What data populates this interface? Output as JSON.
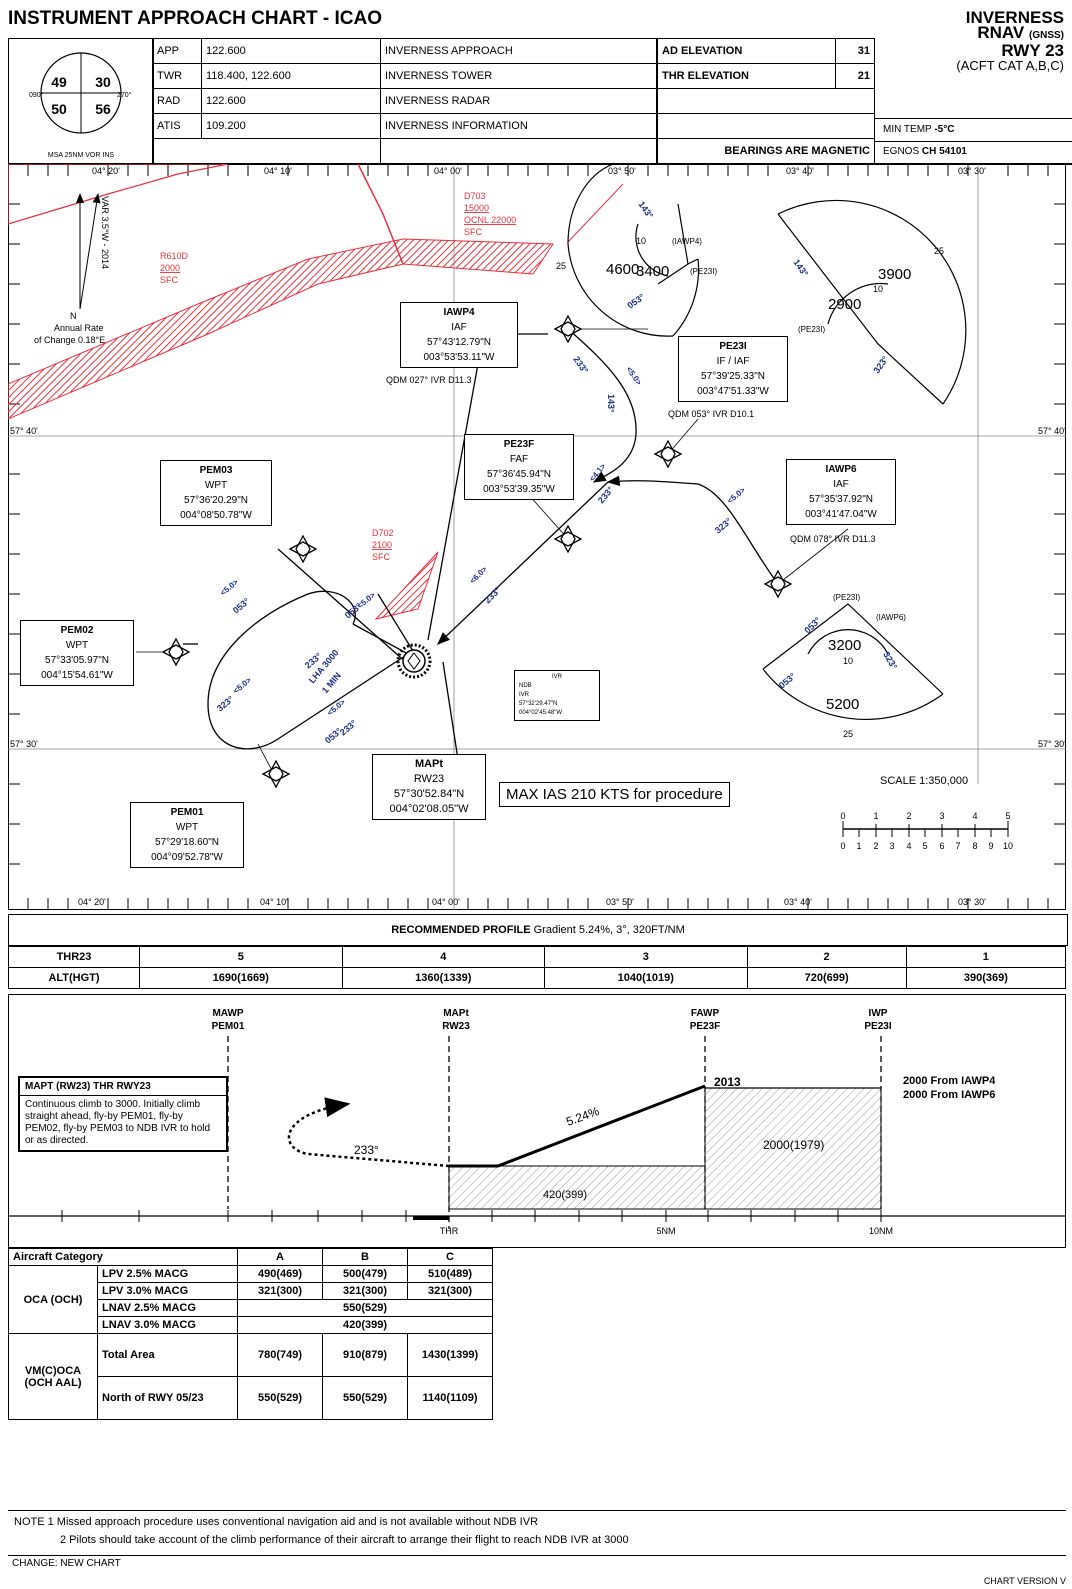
{
  "header": {
    "title": "INSTRUMENT APPROACH CHART - ICAO",
    "city": "INVERNESS",
    "proc": "RNAV",
    "proc_sub": "(GNSS)",
    "rwy": "RWY 23",
    "cat": "(ACFT CAT A,B,C)",
    "msa_caption": "MSA 25NM VOR INS",
    "msa_sectors": [
      "49",
      "30",
      "50",
      "56"
    ],
    "msa_bearings": [
      "090°",
      "270°"
    ],
    "comms": [
      {
        "svc": "APP",
        "freq": "122.600",
        "name": "INVERNESS APPROACH"
      },
      {
        "svc": "TWR",
        "freq": "118.400, 122.600",
        "name": "INVERNESS TOWER"
      },
      {
        "svc": "RAD",
        "freq": "122.600",
        "name": "INVERNESS RADAR"
      },
      {
        "svc": "ATIS",
        "freq": "109.200",
        "name": "INVERNESS INFORMATION"
      }
    ],
    "ad_elev_label": "AD ELEVATION",
    "ad_elev": "31",
    "thr_elev_label": "THR ELEVATION",
    "thr_elev": "21",
    "bearings": "BEARINGS ARE MAGNETIC",
    "min_temp_label": "MIN TEMP",
    "min_temp": "-5°C",
    "egnos_label": "EGNOS",
    "egnos": "CH 54101"
  },
  "plan": {
    "lon_top": [
      "04° 20'",
      "04° 10'",
      "04° 00'",
      "03° 50'",
      "03° 40'",
      "03° 30'"
    ],
    "lat_labels": [
      "57° 40'",
      "57° 30'"
    ],
    "var": "VAR 3.5°W - 2014",
    "var_n": "N",
    "annual_rate": "Annual Rate",
    "annual_rate2": "of Change 0.18°E",
    "r610d": [
      "R610D",
      "2000",
      "SFC"
    ],
    "d703": [
      "D703",
      "15000",
      "OCNL 22000",
      "SFC"
    ],
    "d702": [
      "D702",
      "2100",
      "SFC"
    ],
    "wp_iawp4": [
      "IAWP4",
      "IAF",
      "57°43'12.79\"N",
      "003°53'53.11\"W"
    ],
    "wp_iawp4_qdm": "QDM 027° IVR D11.3",
    "wp_pe23i": [
      "PE23I",
      "IF / IAF",
      "57°39'25.33\"N",
      "003°47'51.33\"W"
    ],
    "wp_pe23i_qdm": "QDM 053° IVR D10.1",
    "wp_pe23f": [
      "PE23F",
      "FAF",
      "57°36'45.94\"N",
      "003°53'39.35\"W"
    ],
    "wp_iawp6": [
      "IAWP6",
      "IAF",
      "57°35'37.92\"N",
      "003°41'47.04\"W"
    ],
    "wp_iawp6_qdm": "QDM 078° IVR D11.3",
    "wp_pem03": [
      "PEM03",
      "WPT",
      "57°36'20.29\"N",
      "004°08'50.78\"W"
    ],
    "wp_pem02": [
      "PEM02",
      "WPT",
      "57°33'05.97\"N",
      "004°15'54.61\"W"
    ],
    "wp_pem01": [
      "PEM01",
      "WPT",
      "57°29'18.60\"N",
      "004°09'52.78\"W"
    ],
    "wp_mapt": [
      "MAPt",
      "RW23",
      "57°30'52.84\"N",
      "004°02'08.05\"W"
    ],
    "ivr_box": [
      "IVR",
      "NDB",
      "IVR",
      "57°32'29.47\"N",
      "004°02'45.48\"W"
    ],
    "hold": [
      "LHA 3000",
      "1 MIN"
    ],
    "taa_ne": {
      "a": "4600",
      "b": "3400",
      "c": "25",
      "d": "10",
      "e": "(IAWP4)",
      "f": "(PE23I)"
    },
    "taa_e": {
      "a": "3900",
      "b": "2900",
      "c": "25",
      "d": "10",
      "e": "(PE23I)"
    },
    "taa_se": {
      "a": "3200",
      "b": "5200",
      "c": "10",
      "d": "25",
      "e": "(PE23I)",
      "f": "(IAWP6)"
    },
    "maxias": "MAX IAS 210 KTS for procedure",
    "scale": "SCALE 1:350,000",
    "scale_nm": [
      "0",
      "1",
      "2",
      "3",
      "4",
      "5"
    ],
    "scale_km": [
      "0",
      "1",
      "2",
      "3",
      "4",
      "5",
      "6",
      "7",
      "8",
      "9",
      "10"
    ],
    "courses": [
      "143°",
      "053°",
      "143°",
      "323°",
      "143°",
      "053°",
      "233°",
      "233°",
      "323°",
      "053°",
      "323°",
      "053°",
      "233°",
      "233°",
      "053°",
      "233°",
      "053°",
      "323°"
    ],
    "dist": [
      "<5.0>",
      "<4.1>",
      "<5.0>",
      "<6.0>",
      "<5.0>",
      "<5.0>",
      "<5.0>",
      "<5.0>"
    ]
  },
  "profile": {
    "caption": "RECOMMENDED PROFILE",
    "gradient": "Gradient 5.24%, 3°, 320FT/NM",
    "row1": [
      "THR23",
      "5",
      "4",
      "3",
      "2",
      "1"
    ],
    "row2": [
      "ALT(HGT)",
      "1690(1669)",
      "1360(1339)",
      "1040(1019)",
      "720(699)",
      "390(369)"
    ],
    "fixes": [
      [
        "MAWP",
        "PEM01"
      ],
      [
        "MAPt",
        "RW23"
      ],
      [
        "FAWP",
        "PE23F"
      ],
      [
        "IWP",
        "PE23I"
      ]
    ],
    "mapt_title": "MAPT (RW23) THR RWY23",
    "mapt_text": "Continuous climb to 3000. Initially climb straight ahead, fly-by PEM01, fly-by PEM02, fly-by PEM03 to NDB IVR to hold or as directed.",
    "missed_course": "233°",
    "slope": "5.24%",
    "faf_alt": "2013",
    "box_2000": "2000(1979)",
    "box_420": "420(399)",
    "from1": "2000 From  IAWP4",
    "from2": "2000 From  IAWP6",
    "axis": [
      "THR",
      "5NM",
      "10NM"
    ]
  },
  "minima": {
    "head": [
      "Aircraft Category",
      "A",
      "B",
      "C"
    ],
    "oca_label": "OCA (OCH)",
    "rows": [
      [
        "LPV 2.5% MACG",
        "490(469)",
        "500(479)",
        "510(489)"
      ],
      [
        "LPV 3.0% MACG",
        "321(300)",
        "321(300)",
        "321(300)"
      ],
      [
        "LNAV 2.5% MACG",
        "550(529)"
      ],
      [
        "LNAV 3.0% MACG",
        "420(399)"
      ]
    ],
    "vm_label": "VM(C)OCA (OCH AAL)",
    "vm_rows": [
      [
        "Total Area",
        "780(749)",
        "910(879)",
        "1430(1399)"
      ],
      [
        "North of RWY 05/23",
        "550(529)",
        "550(529)",
        "1140(1109)"
      ]
    ]
  },
  "notes": {
    "n1": "NOTE 1  Missed approach procedure uses conventional navigation aid and is not available without NDB IVR",
    "n2": "2  Pilots should take account of the climb performance of their aircraft to arrange their flight to reach NDB IVR at 3000",
    "change": "CHANGE: NEW CHART",
    "version": "CHART VERSION V"
  },
  "colors": {
    "airspace": "#e8303a"
  }
}
